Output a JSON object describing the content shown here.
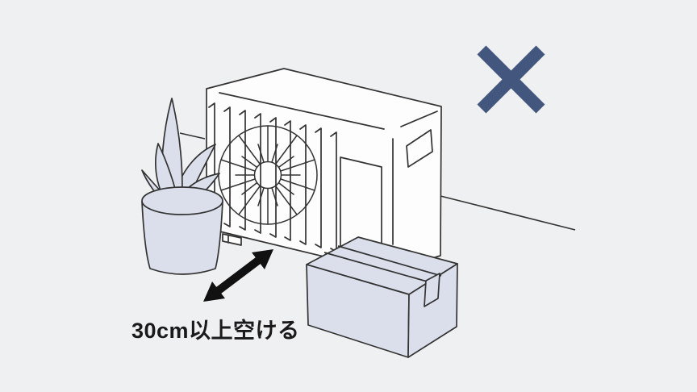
{
  "scene": {
    "label": {
      "text": "30cm以上空ける",
      "color": "#1a1a1a"
    },
    "prohibition_mark": {
      "glyph": "×",
      "color": "#42567e"
    },
    "colors": {
      "background": "#eff0f1",
      "outline": "#333333",
      "object_fill": "#dbdfec",
      "unit_fill": "#fdfdfd",
      "arrow": "#111111"
    },
    "objects": [
      "outdoor-unit",
      "fan",
      "front-grille",
      "service-panel",
      "side-vent",
      "potted-plant",
      "cardboard-box",
      "clearance-arrow",
      "ground-line",
      "prohibition-x"
    ]
  }
}
